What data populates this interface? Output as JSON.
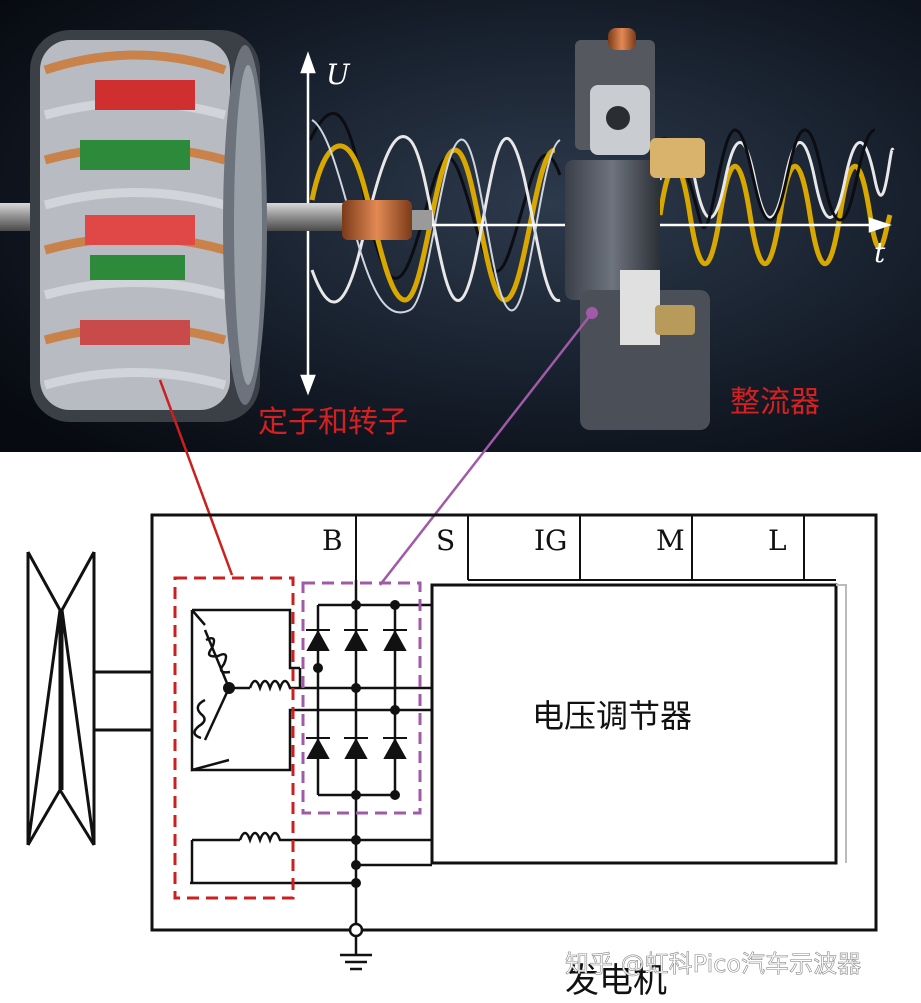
{
  "photo": {
    "axis_u": "U",
    "axis_t": "t",
    "label_stator_rotor": "定子和转子",
    "label_rectifier": "整流器"
  },
  "schematic": {
    "terminals": [
      "B",
      "S",
      "IG",
      "M",
      "L"
    ],
    "regulator_label": "电压调节器",
    "generator_label": "发电机"
  },
  "watermark": "知乎 @虹科Pico汽车示波器",
  "colors": {
    "stator_box": "#cc1f1f",
    "rectifier_box": "#a05aa8",
    "wave_yellow": "#d8a800",
    "wave_white": "#e8e8e8"
  }
}
